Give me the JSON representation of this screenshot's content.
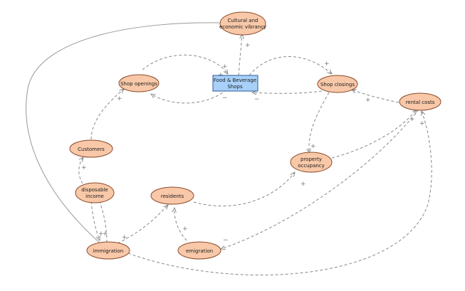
{
  "colors": {
    "node_fill": "#f8c8a8",
    "node_stroke": "#8a4a2a",
    "box_fill": "#a8d0f8",
    "box_stroke": "#2a5a9a",
    "link": "#888888"
  },
  "nodes": {
    "cultural": {
      "label": [
        "Cultural and",
        "economic vibrancy"
      ]
    },
    "food": {
      "label": [
        "Food & Beverage",
        "Shops"
      ]
    },
    "shop_openings": {
      "label": [
        "Shop openings"
      ]
    },
    "shop_closings": {
      "label": [
        "Shop closings"
      ]
    },
    "rental_costs": {
      "label": [
        "rental costs"
      ]
    },
    "customers": {
      "label": [
        "Customers"
      ]
    },
    "property_occupancy": {
      "label": [
        "property",
        "occupancy"
      ]
    },
    "disposable_income": {
      "label": [
        "disposable",
        "income"
      ]
    },
    "residents": {
      "label": [
        "residents"
      ]
    },
    "immigration": {
      "label": [
        "immigration"
      ]
    },
    "emigration": {
      "label": [
        "emigration"
      ]
    }
  },
  "polarities": {
    "cult_in": "+",
    "open_food_a": "+",
    "open_food_b": "+",
    "food_open": "−",
    "food_close": "+",
    "close_food": "−",
    "rent_close": "+",
    "cust_open": "+",
    "close_occ": "+",
    "occ_rent": "+",
    "inc_cust": "+",
    "inc_imm": "+",
    "imm_inc": "+",
    "imm_res": "+",
    "res_occ": "+",
    "emi_res": "+",
    "rent_emi": "−",
    "imm_rent": "+"
  }
}
